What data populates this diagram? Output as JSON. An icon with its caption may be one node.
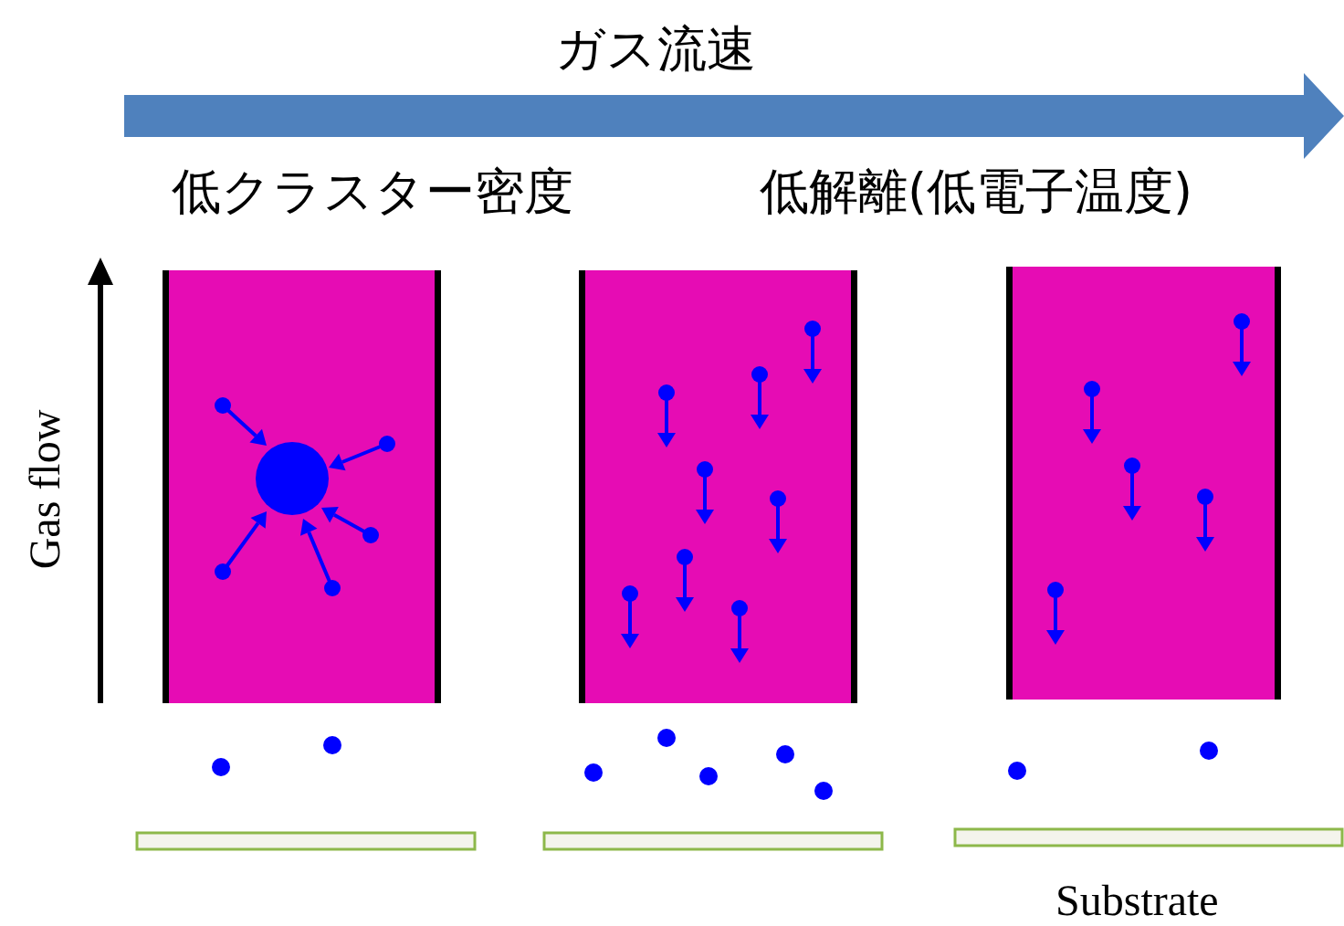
{
  "diagram": {
    "labels": [
      "ガス流速",
      "低クラスター密度",
      "低解離(低電子温度)",
      "Gas flow",
      "Substrate"
    ]
  }
}
